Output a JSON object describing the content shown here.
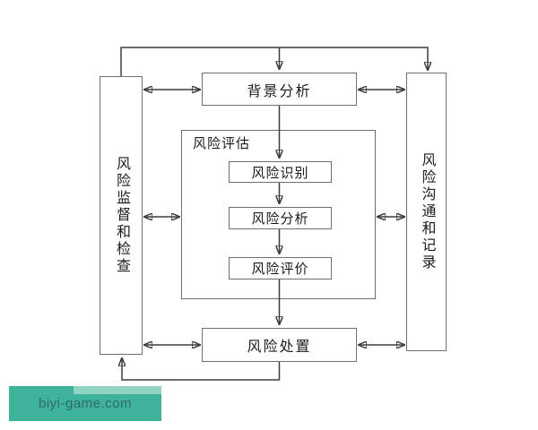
{
  "diagram": {
    "top_node": "背景分析",
    "assessment": {
      "label": "风险评估",
      "steps": [
        "风险识别",
        "风险分析",
        "风险评价"
      ]
    },
    "bottom_node": "风险处置",
    "left_node": "风险监督和检查",
    "right_node": "风险沟通和记录"
  },
  "watermark": {
    "text": "biyi-game.com",
    "bg_color": "#3fb39a",
    "bg_light_color": "#8fd5c2",
    "text_color": "#2f6b64"
  },
  "colors": {
    "background": "#ffffff",
    "box_border": "#6f6f6f",
    "line": "#3d3d3d",
    "arrowhead": "#141414",
    "text": "#1c1c1c"
  }
}
